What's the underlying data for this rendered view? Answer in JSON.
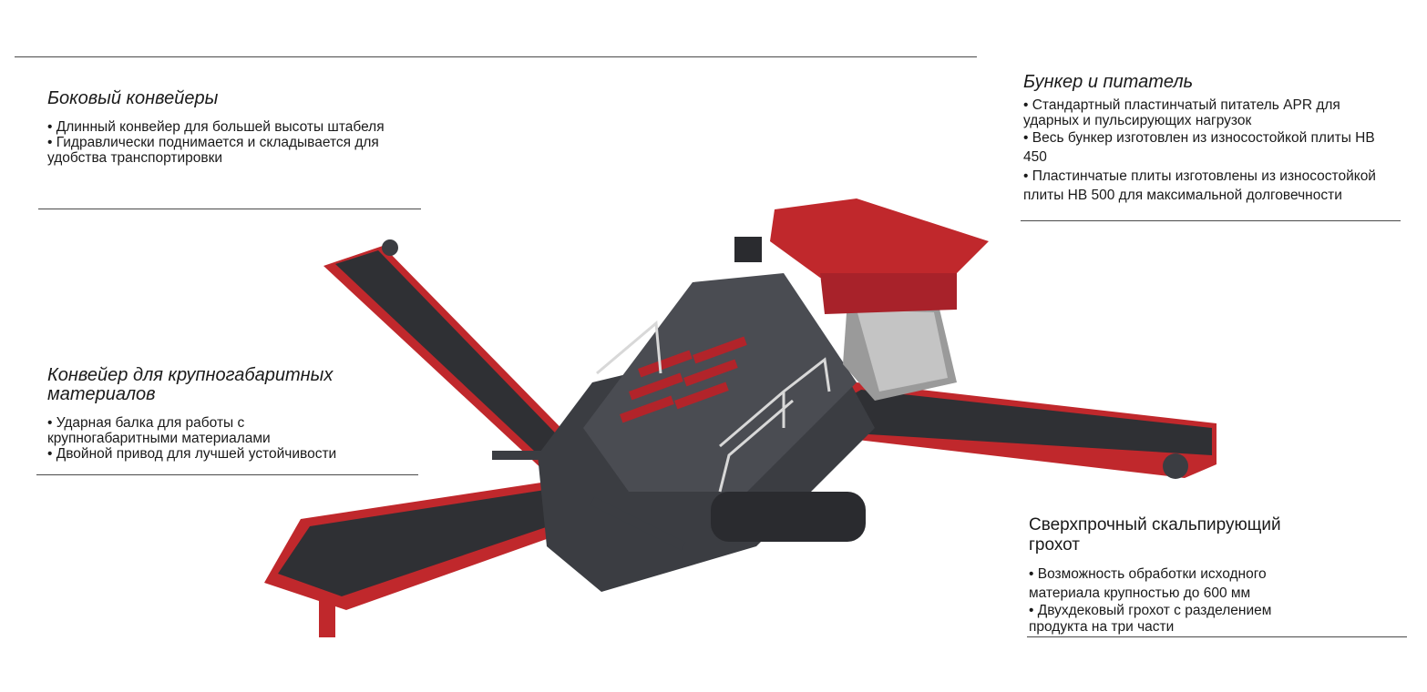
{
  "sections": {
    "side_conveyors": {
      "title": "Боковый конвейеры",
      "bullets": [
        "• Длинный конвейер для большей высоты штабеля",
        "• Гидравлически поднимается и складывается для удобства транспортировки"
      ]
    },
    "oversize_conveyor": {
      "title": "Конвейер для крупногабаритных материалов",
      "bullets": [
        "• Ударная балка для работы с крупногабаритными материалами",
        "• Двойной привод для лучшей устойчивости"
      ]
    },
    "hopper_feeder": {
      "title": "Бункер и питатель",
      "bullets": [
        "• Стандартный пластинчатый питатель APR для ударных и пульсирующих нагрузок",
        "• Весь бункер изготовлен из износостойкой плиты HB 450",
        "• Пластинчатые плиты изготовлены из износостойкой плиты HB 500 для максимальной долговечности"
      ]
    },
    "scalping_screen": {
      "title": "Сверхпрочный скальпирующий грохот",
      "bullets": [
        "• Возможность обработки исходного материала крупностью до 600 мм",
        "• Двухдековый грохот с разделением продукта на три части"
      ]
    }
  },
  "colors": {
    "machine_red": "#c0282c",
    "machine_dark": "#3b3d42",
    "belt": "#2f3034",
    "rule": "#4a4a4a"
  }
}
